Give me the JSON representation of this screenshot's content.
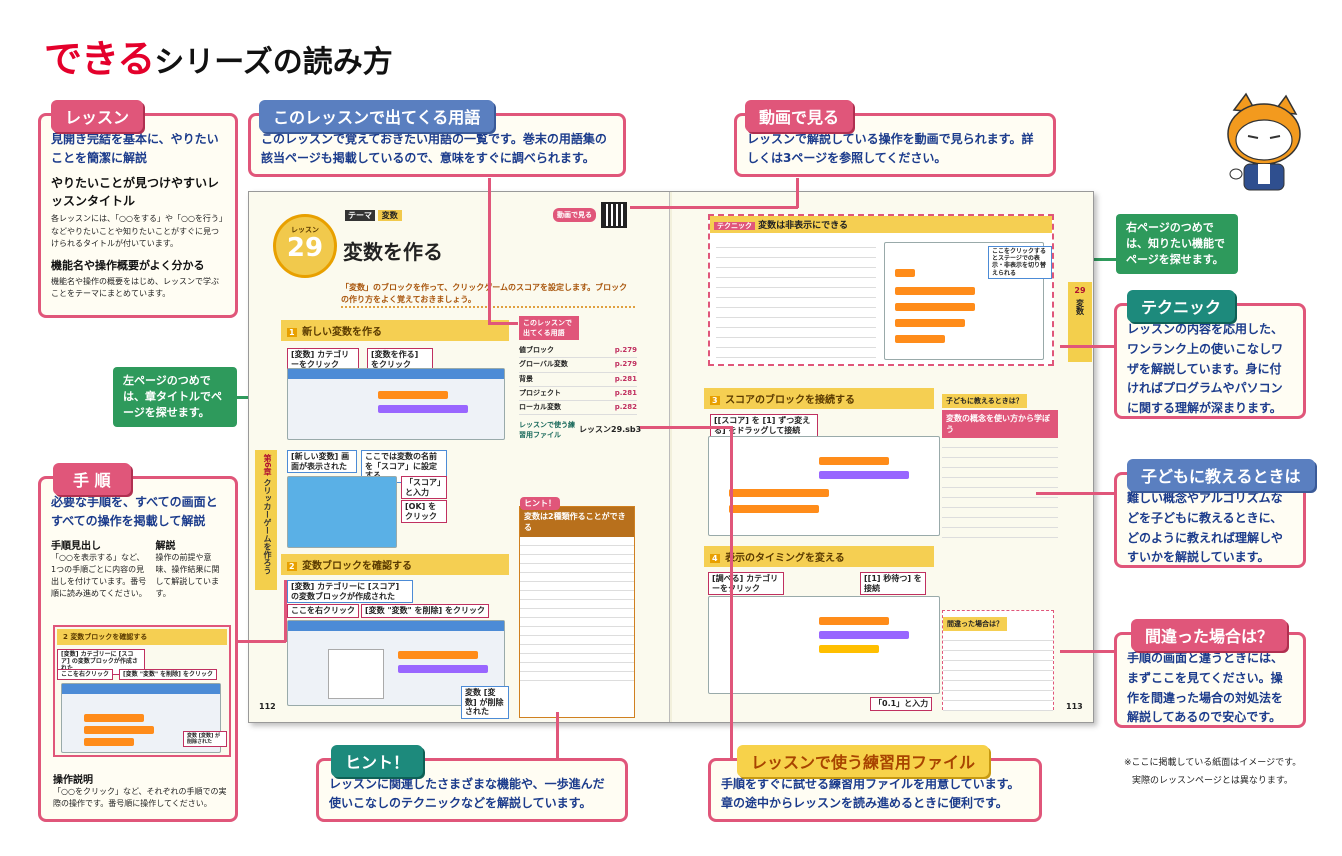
{
  "header": {
    "brand": "できる",
    "title": "シリーズの読み方"
  },
  "cards": {
    "lesson": {
      "tag": "レッスン",
      "body1": "見開き完結を基本に、やりたいことを簡潔に解説",
      "h2": "やりたいことが見つけやすいレッスンタイトル",
      "body2": "各レッスンには、「○○をする」や「○○を行う」などやりたいことや知りたいことがすぐに見つけられるタイトルが付いています。",
      "h3": "機能名や操作概要がよく分かる",
      "body3": "機能名や操作の概要をはじめ、レッスンで学ぶことをテーマにまとめています。"
    },
    "terms": {
      "tag": "このレッスンで出てくる用語",
      "body": "このレッスンで覚えておきたい用語の一覧です。巻末の用語集の該当ページも掲載しているので、意味をすぐに調べられます。"
    },
    "video": {
      "tag": "動画で見る",
      "body": "レッスンで解説している操作を動画で見られます。詳しくは3ページを参照してください。"
    },
    "technique": {
      "tag": "テクニック",
      "body": "レッスンの内容を応用した、ワンランク上の使いこなしワザを解説しています。身に付ければプログラムやパソコンに関する理解が深まります。"
    },
    "teach": {
      "tag": "子どもに教えるときは",
      "body": "難しい概念やアルゴリズムなどを子どもに教えるときに、どのように教えれば理解しやすいかを解説しています。"
    },
    "mistake": {
      "tag": "間違った場合は？",
      "body": "手順の画面と違うときには、まずここを見てください。操作を間違った場合の対処法を解説してあるので安心です。"
    },
    "steps": {
      "tag": "手 順",
      "body": "必要な手順を、すべての画面とすべての操作を掲載して解説",
      "sub1_h": "手順見出し",
      "sub1": "「○○を表示する」など、1つの手順ごとに内容の見出しを付けています。番号順に読み進めてください。",
      "sub2_h": "解説",
      "sub2": "操作の前提や意味、操作結果に関して解説しています。",
      "sub3_h": "操作説明",
      "sub3": "「○○をクリック」など、それぞれの手順での実際の操作です。番号順に操作してください。"
    },
    "hint": {
      "tag": "ヒント！",
      "body": "レッスンに関連したさまざまな機能や、一歩進んだ使いこなしのテクニックなどを解説しています。"
    },
    "file": {
      "tag": "レッスンで使う練習用ファイル",
      "body": "手順をすぐに試せる練習用ファイルを用意しています。章の途中からレッスンを読み進めるときに便利です。"
    }
  },
  "notes": {
    "left": "左ページのつめでは、章タイトルでページを探せます。",
    "right": "右ページのつめでは、知りたい機能でページを探せます。",
    "disclaimer1": "※ここに掲載している紙面はイメージです。",
    "disclaimer2": "実際のレッスンページとは異なります。"
  },
  "book": {
    "lesson_label": "レッスン",
    "lesson_num": "29",
    "theme_tag": "テーマ",
    "theme": "変数",
    "video_badge": "動画で見る",
    "title": "変数を作る",
    "lead": "「変数」のブロックを作って、クリックゲームのスコアを設定します。ブロックの作り方をよく覚えておきましょう。",
    "step1": "新しい変数を作る",
    "step2": "変数ブロックを確認する",
    "step3": "スコアのブロックを接続する",
    "step4": "表示のタイミングを変える",
    "terms_head": "このレッスンで出てくる用語",
    "terms": [
      {
        "name": "値ブロック",
        "page": "p.279"
      },
      {
        "name": "グローバル変数",
        "page": "p.279"
      },
      {
        "name": "背景",
        "page": "p.281"
      },
      {
        "name": "プロジェクト",
        "page": "p.281"
      },
      {
        "name": "ローカル変数",
        "page": "p.282"
      }
    ],
    "file_label": "レッスンで使う練習用ファイル",
    "file_name": "レッスン29.sb3",
    "chapter": "第6章",
    "chapter_title": "クリッカーゲームを作ろう",
    "page_left": "112",
    "page_right": "113",
    "hint_tag": "ヒント！",
    "hint_head": "変数は2種類作ることができる",
    "tech_tag": "テクニック",
    "tech_head": "変数は非表示にできる",
    "teach_tag": "子どもに教えるときは？",
    "teach_head": "変数の概念を使い方から学ぼう",
    "mistake_tag": "間違った場合は？",
    "tab_right_num": "29",
    "tab_right_text": "変数",
    "c1a": "[変数] カテゴリーをクリック",
    "c1b": "[変数を作る] をクリック",
    "c1c": "[新しい変数] 画面が表示された",
    "c1d": "ここでは変数の名前を「スコア」に設定する",
    "c1e": "「スコア」と入力",
    "c1f": "[OK] をクリック",
    "c2a": "[変数] カテゴリーに [スコア] の変数ブロックが作成された",
    "c2b": "ここを右クリック",
    "c2c": "[変数 \"変数\" を削除] をクリック",
    "c2d": "変数 [変数] が削除された",
    "c3a": "[[スコア] を [1] ずつ変える] をドラッグして接続",
    "c4a": "[調べる] カテゴリーをクリック",
    "c4b": "[[1] 秒待つ] を接続",
    "c4c": "「0.1」と入力",
    "techside": "ここをクリックするとステージでの表示・非表示を切り替えられる"
  },
  "colors": {
    "accent": "#e0567a",
    "brand": "#e4002b",
    "teal": "#1d8a7c",
    "blue": "#5a7fc0",
    "green": "#2e9a5c"
  }
}
